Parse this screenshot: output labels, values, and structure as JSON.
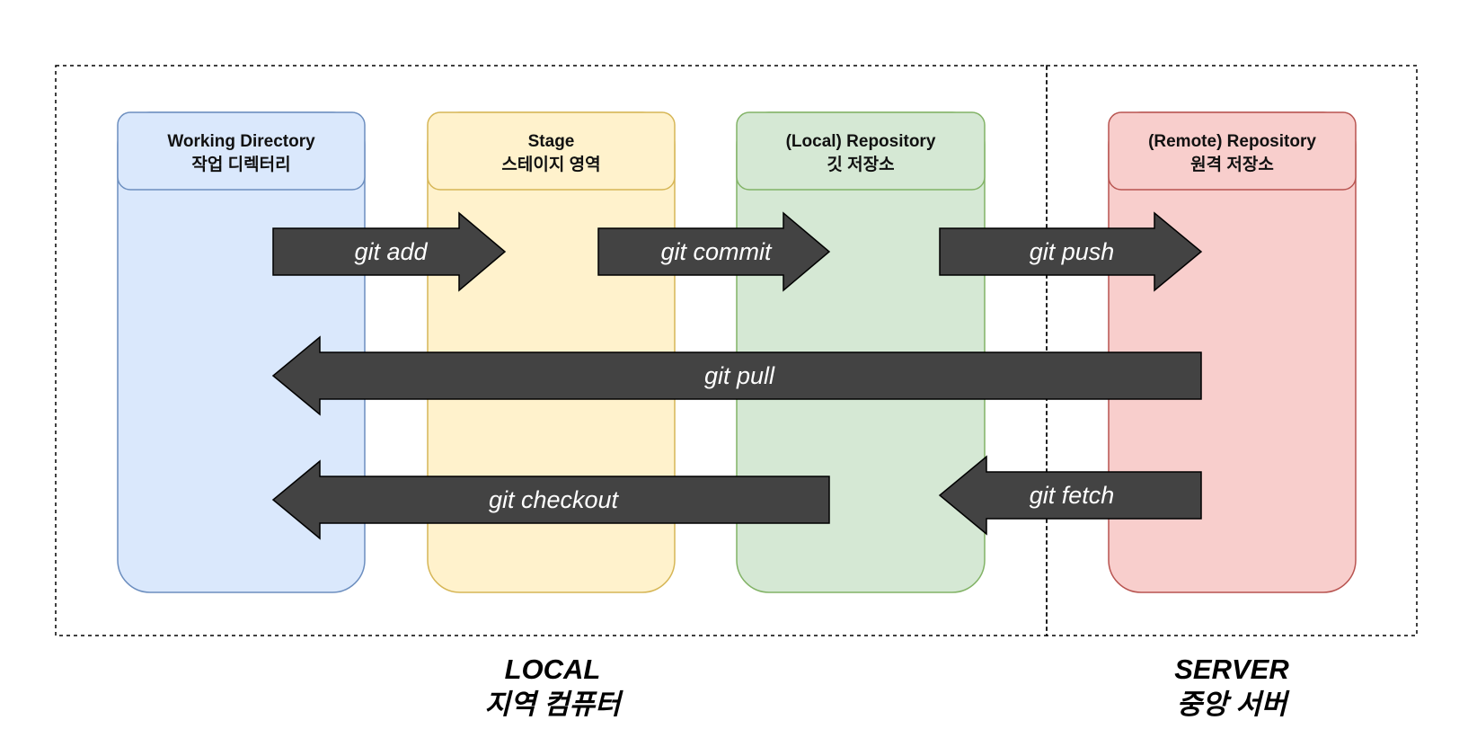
{
  "zones": {
    "local": {
      "label_en": "LOCAL",
      "label_ko": "지역 컴퓨터"
    },
    "server": {
      "label_en": "SERVER",
      "label_ko": "중앙 서버"
    }
  },
  "columns": [
    {
      "id": "working-directory",
      "title_en": "Working Directory",
      "title_ko": "작업 디렉터리",
      "fill": "#dae8fc",
      "stroke": "#6c8ebf"
    },
    {
      "id": "stage",
      "title_en": "Stage",
      "title_ko": "스테이지 영역",
      "fill": "#fff2cc",
      "stroke": "#d6b656"
    },
    {
      "id": "local-repository",
      "title_en": "(Local) Repository",
      "title_ko": "깃 저장소",
      "fill": "#d5e8d4",
      "stroke": "#82b366"
    },
    {
      "id": "remote-repository",
      "title_en": "(Remote) Repository",
      "title_ko": "원격 저장소",
      "fill": "#f8cecc",
      "stroke": "#b85450"
    }
  ],
  "arrows": [
    {
      "id": "git-add",
      "label": "git add",
      "direction": "right"
    },
    {
      "id": "git-commit",
      "label": "git commit",
      "direction": "right"
    },
    {
      "id": "git-push",
      "label": "git push",
      "direction": "right"
    },
    {
      "id": "git-pull",
      "label": "git pull",
      "direction": "left"
    },
    {
      "id": "git-checkout",
      "label": "git checkout",
      "direction": "left"
    },
    {
      "id": "git-fetch",
      "label": "git fetch",
      "direction": "left"
    }
  ],
  "colors": {
    "arrow_fill": "#434343",
    "arrow_stroke": "#000000",
    "arrow_text": "#ffffff",
    "zone_border": "#000000"
  }
}
